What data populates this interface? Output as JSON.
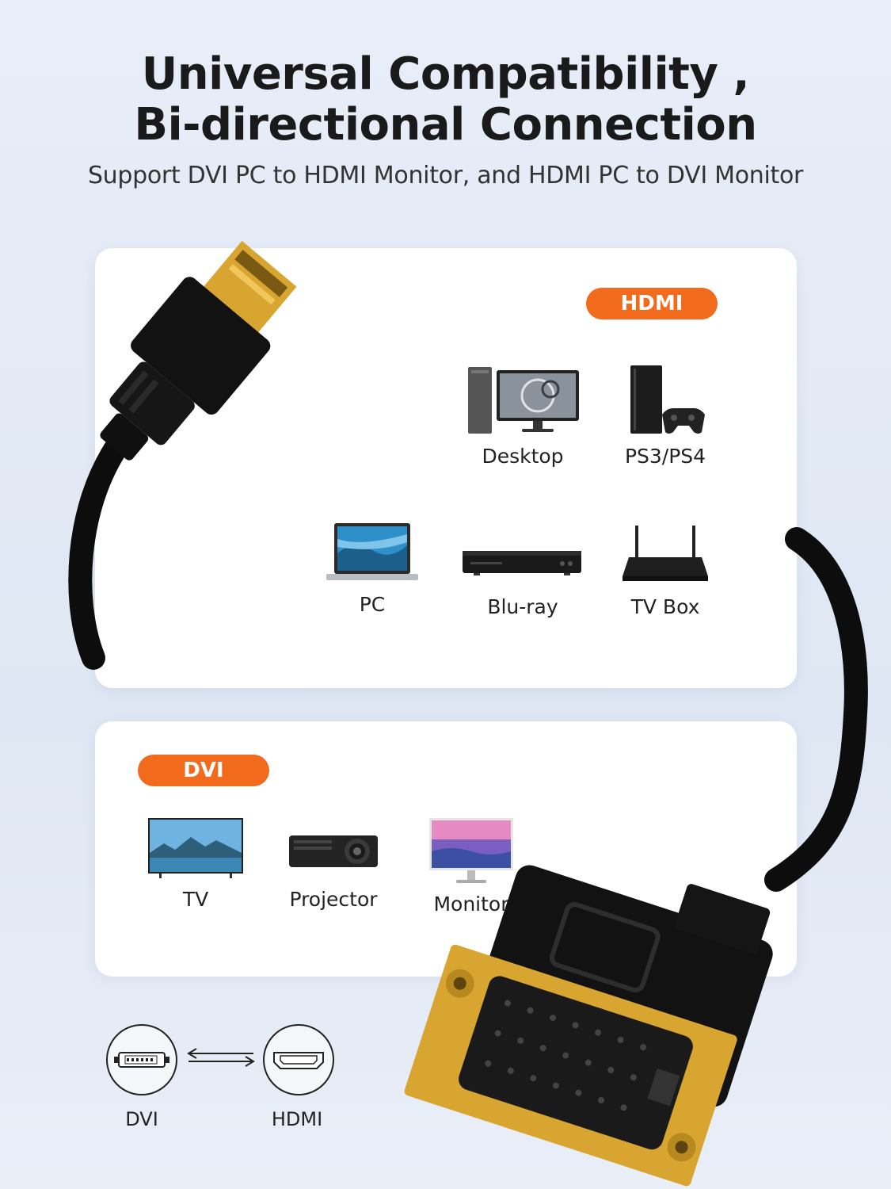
{
  "header": {
    "title_line1": "Universal Compatibility ,",
    "title_line2": "Bi-directional Connection",
    "subtitle": "Support DVI PC to HDMI Monitor, and HDMI PC to DVI Monitor"
  },
  "hdmi_card": {
    "badge": "HDMI",
    "devices": [
      {
        "label": "Desktop",
        "icon": "desktop-computer-icon"
      },
      {
        "label": "PS3/PS4",
        "icon": "game-console-icon"
      },
      {
        "label": "PC",
        "icon": "laptop-icon"
      },
      {
        "label": "Blu-ray",
        "icon": "bluray-player-icon"
      },
      {
        "label": "TV Box",
        "icon": "tv-box-router-icon"
      }
    ]
  },
  "dvi_card": {
    "badge": "DVI",
    "devices": [
      {
        "label": "TV",
        "icon": "tv-icon"
      },
      {
        "label": "Projector",
        "icon": "projector-icon"
      },
      {
        "label": "Monitor",
        "icon": "monitor-icon"
      }
    ]
  },
  "conversion": {
    "left_label": "DVI",
    "right_label": "HDMI",
    "arrow_icon": "bidirectional-arrow-icon"
  },
  "colors": {
    "accent": "#f26a1b",
    "background": "#e3eaf5",
    "connector_gold": "#d9a531",
    "cable_black": "#111111"
  }
}
